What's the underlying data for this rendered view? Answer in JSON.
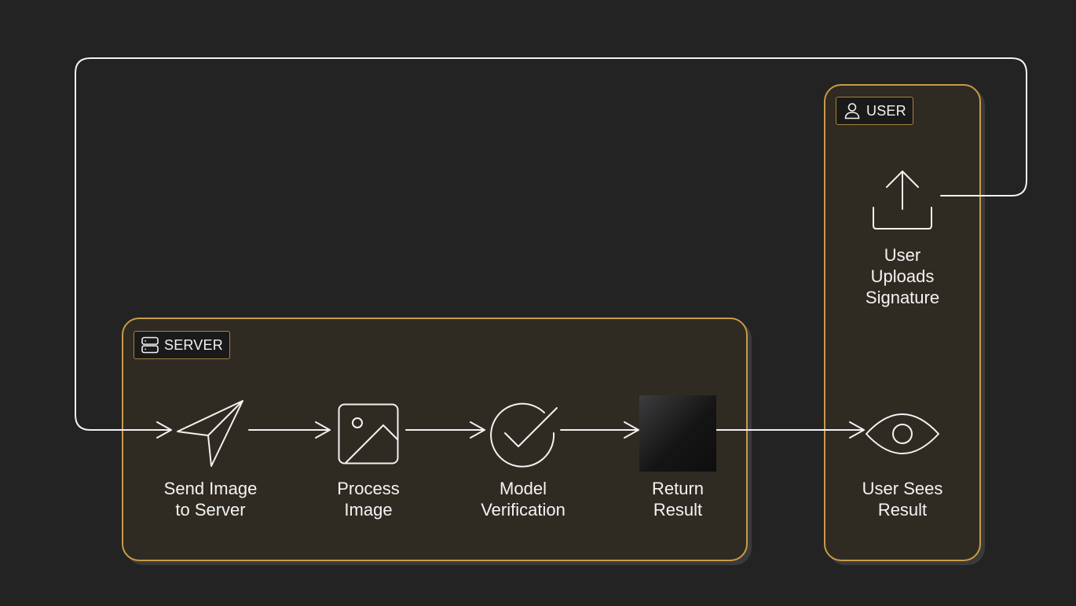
{
  "groups": {
    "server": {
      "label": "SERVER",
      "icon": "server-icon"
    },
    "user": {
      "label": "USER",
      "icon": "user-icon"
    }
  },
  "nodes": {
    "send_image": {
      "label": "Send Image\nto Server",
      "icon": "send-icon"
    },
    "process_image": {
      "label": "Process\nImage",
      "icon": "image-icon"
    },
    "model_verification": {
      "label": "Model\nVerification",
      "icon": "check-circle-icon"
    },
    "return_result": {
      "label": "Return\nResult",
      "icon": "dark-square"
    },
    "user_uploads": {
      "label": "User\nUploads\nSignature",
      "icon": "upload-icon"
    },
    "user_sees": {
      "label": "User Sees\nResult",
      "icon": "eye-icon"
    }
  },
  "colors": {
    "background": "#232323",
    "group_fill": "#2f2b23",
    "group_border": "#c99a48",
    "stroke": "#f2f2f2"
  }
}
